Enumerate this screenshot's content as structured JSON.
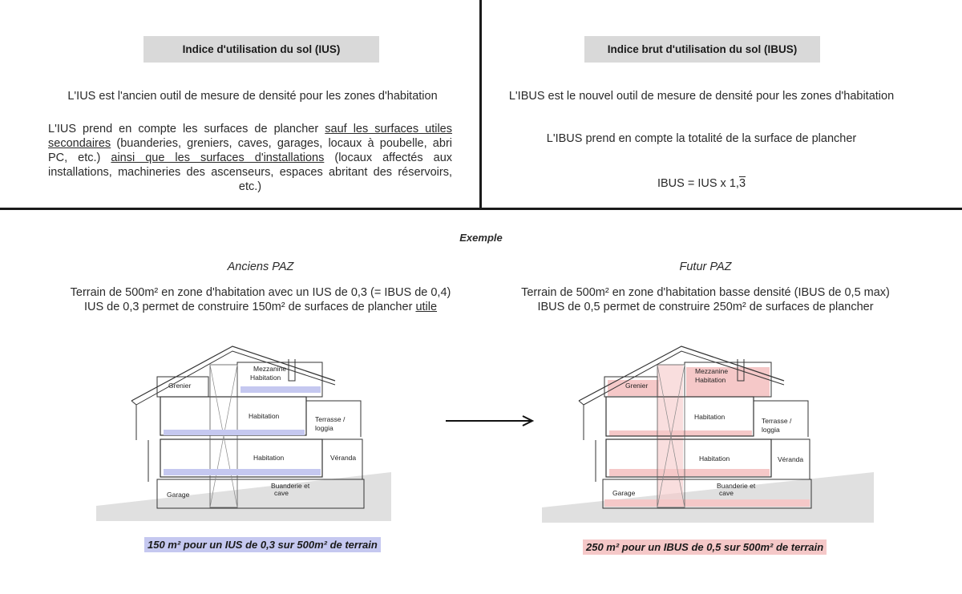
{
  "ius": {
    "title": "Indice d'utilisation du sol (IUS)",
    "line1": "L'IUS est l'ancien outil de mesure de densité pour les zones d'habitation",
    "p2_a": "L'IUS prend en compte les surfaces de plancher ",
    "p2_u1": "sauf les surfaces utiles secondaires",
    "p2_b": " (buanderies, greniers, caves, garages, locaux à poubelle, abri PC, etc.) ",
    "p2_u2": "ainsi que les surfaces d'installations",
    "p2_c": " (locaux affectés aux installations, machineries des ascenseurs, espaces abritant des réservoirs, etc.)"
  },
  "ibus": {
    "title": "Indice brut d'utilisation du sol (IBUS)",
    "line1": "L'IBUS est le nouvel outil de mesure de densité pour les zones d'habitation",
    "line2": "L'IBUS prend en compte la totalité de la surface de plancher",
    "formula_a": "IBUS = IUS x 1,",
    "formula_b": "3"
  },
  "example": {
    "title": "Exemple",
    "left": {
      "heading": "Anciens PAZ",
      "line1": "Terrain de 500m² en zone d'habitation avec un IUS de 0,3 (= IBUS de 0,4)",
      "line2_a": "IUS de 0,3 permet de construire 150m² de surfaces de plancher ",
      "line2_u": "utile",
      "result": "150 m² pour un IUS de 0,3 sur 500m² de terrain"
    },
    "right": {
      "heading": "Futur PAZ",
      "line1": "Terrain de 500m² en zone d'habitation basse densité (IBUS de 0,5 max)",
      "line2": "IBUS de 0,5 permet de construire 250m² de surfaces de plancher",
      "result": "250 m² pour un IBUS de 0,5 sur 500m² de terrain"
    }
  },
  "labels": {
    "grenier": "Grenier",
    "mezz1": "Mezzanine",
    "mezz2": "Habitation",
    "hab1": "Habitation",
    "hab2": "Habitation",
    "terrasse1": "Terrasse /",
    "terrasse2": "loggia",
    "veranda": "Véranda",
    "garage": "Garage",
    "buand1": "Buanderie et",
    "buand2": "cave"
  },
  "colors": {
    "ius_highlight": "#c5c8f0",
    "ibus_highlight": "#f5c8c8",
    "ground": "#e0e0e0",
    "title_bg": "#d9d9d9"
  }
}
